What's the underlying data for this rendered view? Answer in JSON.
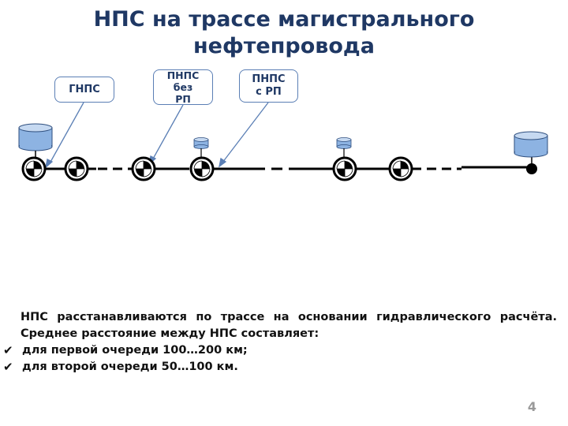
{
  "title_line1": "НПС на трассе магистрального",
  "title_line2": "нефтепровода",
  "labels": {
    "gnps": "ГНПС",
    "pnps_bez_rp_line1": "ПНПС",
    "pnps_bez_rp_line2": "без",
    "pnps_bez_rp_line3": "РП",
    "pnps_s_rp_line1": "ПНПС",
    "pnps_s_rp_line2": "с РП"
  },
  "paragraph": {
    "main": "НПС расстанавливаются по трассе на основании гидравлического расчёта. Среднее расстояние между НПС составляет:",
    "bullets": [
      "для первой очереди 100…200 км;",
      "для второй очереди 50…100 км."
    ]
  },
  "page_number": "4",
  "colors": {
    "title": "#1f3864",
    "tank_fill": "#8db3e2",
    "tank_top": "#c6d9f1",
    "label_border": "#5b7fb5",
    "arrow": "#5b7fb5",
    "pipeline": "#000000"
  },
  "icons": {
    "pump_station": "pump-station-icon",
    "tank": "tank-icon",
    "check": "check-mark-icon"
  }
}
